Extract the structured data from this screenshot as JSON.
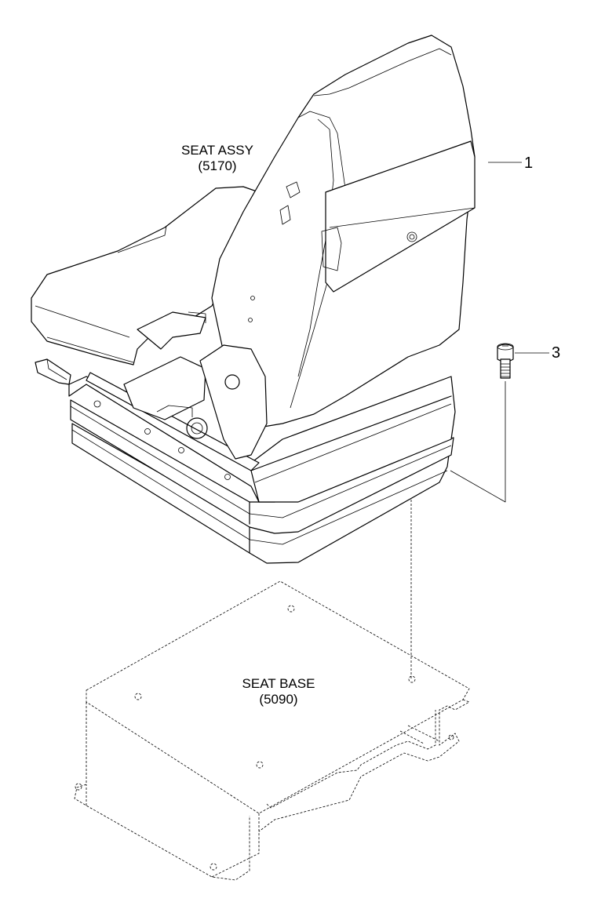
{
  "labels": {
    "seat_assy": {
      "name": "SEAT ASSY",
      "code": "(5170)"
    },
    "seat_base": {
      "name": "SEAT BASE",
      "code": "(5090)"
    }
  },
  "callouts": [
    {
      "number": "1",
      "part": "seat-assembly"
    },
    {
      "number": "3",
      "part": "capscrew"
    }
  ]
}
